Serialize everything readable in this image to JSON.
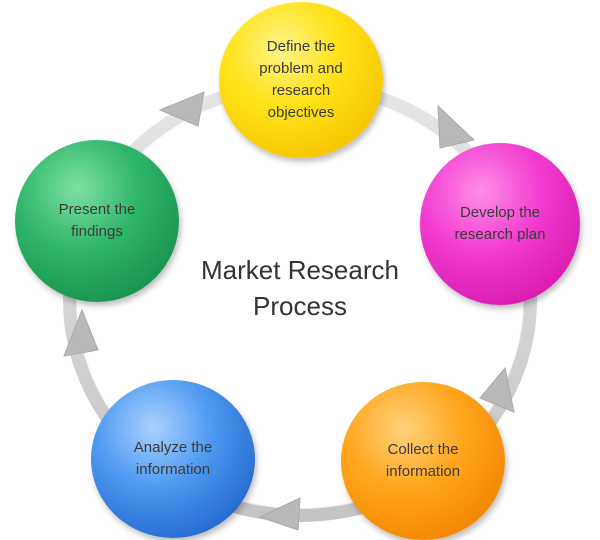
{
  "diagram": {
    "center_title": "Market Research\nProcess",
    "steps": [
      {
        "label": "Define the\nproblem and\nresearch\nobjectives",
        "color": "#ffe319"
      },
      {
        "label": "Develop the\nresearch plan",
        "color": "#f33cd0"
      },
      {
        "label": "Collect the\ninformation",
        "color": "#ffa51c"
      },
      {
        "label": "Analyze the\ninformation",
        "color": "#4d98f0"
      },
      {
        "label": "Present the\nfindings",
        "color": "#2fb66a"
      }
    ],
    "ring_color": "#cfcfcf",
    "arrow_direction": "clockwise"
  }
}
